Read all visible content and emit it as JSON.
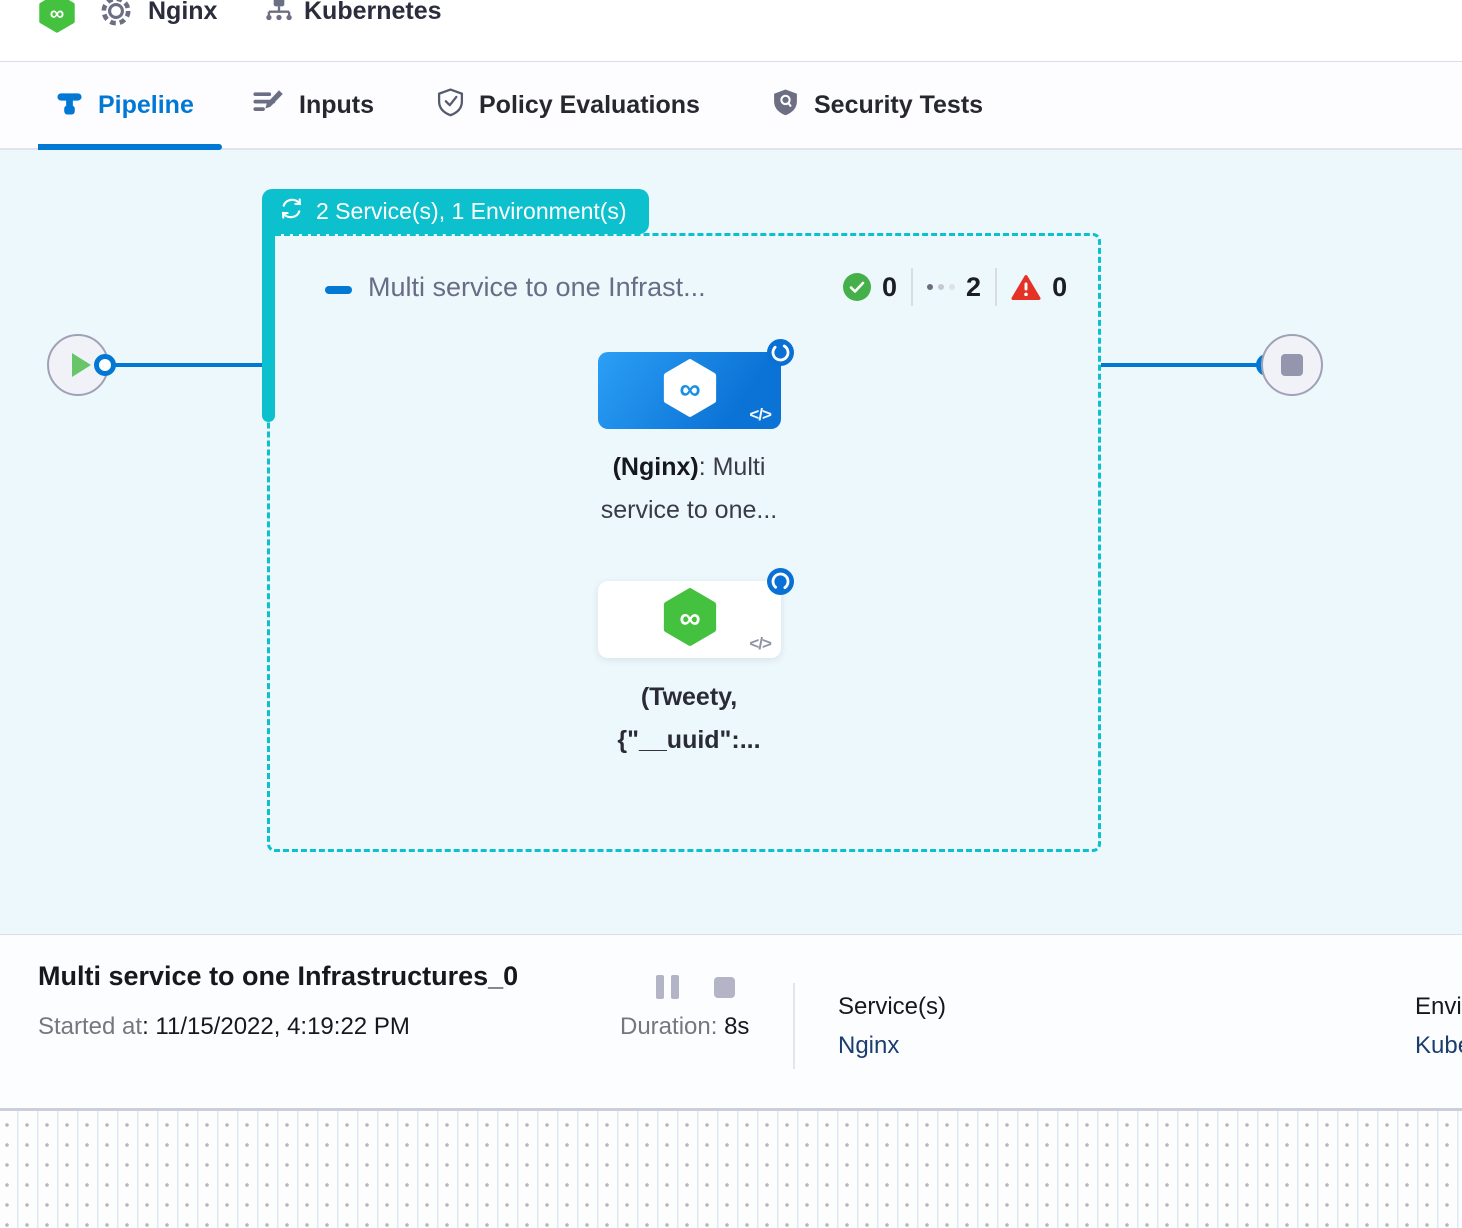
{
  "header": {
    "project": "Nginx",
    "environment": "Kubernetes"
  },
  "tabs": [
    {
      "label": "Pipeline"
    },
    {
      "label": "Inputs"
    },
    {
      "label": "Policy Evaluations"
    },
    {
      "label": "Security Tests"
    }
  ],
  "stage_group": {
    "badge": "2 Service(s), 1 Environment(s)"
  },
  "stage": {
    "title": "Multi service to one Infrast...",
    "success_count": "0",
    "running_count": "2",
    "failed_count": "0"
  },
  "nodes": [
    {
      "line1_bold": "(Nginx)",
      "line1_rest": ": Multi",
      "line2": "service to one..."
    },
    {
      "line1": "(Tweety,",
      "line2": "{\"__uuid\":..."
    }
  ],
  "icons": {
    "code": "</>",
    "infinity": "∞"
  },
  "footer": {
    "title": "Multi service to one Infrastructures_0",
    "started_label": "Started at",
    "started_value": ": 11/15/2022, 4:19:22 PM",
    "duration_label": "Duration:",
    "duration_value": "8s",
    "services_label": "Service(s)",
    "services_value": "Nginx",
    "environments_label": "Environment(s)",
    "environments_value": "Kubernetes"
  },
  "colors": {
    "accent_blue": "#0278d5",
    "teal": "#0cc1cd",
    "success_green": "#45b04a",
    "error_red": "#e43326",
    "harness_green": "#44c13e",
    "link_navy": "#1b3e6f"
  }
}
